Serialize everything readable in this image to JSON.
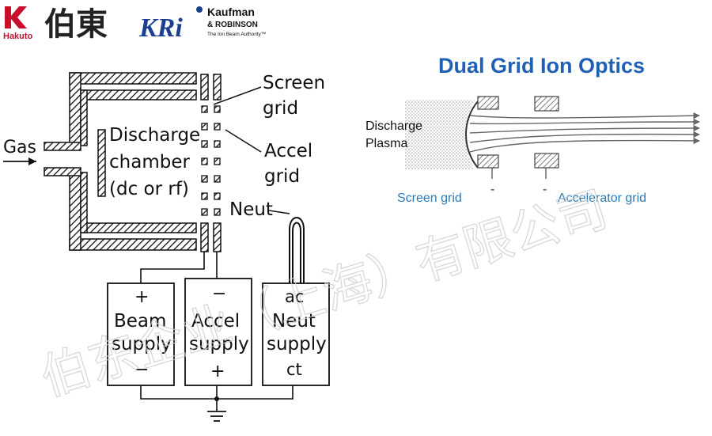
{
  "header": {
    "hakuto_logo_text": "Hakuto",
    "hakuto_cjk": "伯東",
    "kr_logo_text": "KRi",
    "kr_name_line1": "Kaufman",
    "kr_name_line2": "& ROBINSON",
    "kr_tagline": "The Ion Beam Authority™"
  },
  "left_diagram": {
    "gas": "Gas",
    "discharge_l1": "Discharge",
    "discharge_l2": "chamber",
    "discharge_l3": "(dc or rf)",
    "screen_l1": "Screen",
    "screen_l2": "grid",
    "accel_l1": "Accel",
    "accel_l2": "grid",
    "neut": "Neut",
    "beam_plus": "+",
    "beam_l1": "Beam",
    "beam_l2": "supply",
    "beam_minus": "−",
    "accel_minus": "−",
    "accel_s1": "Accel",
    "accel_s2": "supply",
    "accel_plus": "+",
    "neut_ac": "ac",
    "neut_s1": "Neut",
    "neut_s2": "supply",
    "neut_ct": "ct"
  },
  "right_diagram": {
    "title": "Dual Grid Ion Optics",
    "plasma_l1": "Discharge",
    "plasma_l2": "Plasma",
    "screen_grid": "Screen grid",
    "accel_grid": "Accelerator grid",
    "minus_1": "-",
    "minus_2": "-"
  },
  "watermark": "伯东企业（上海）有限公司",
  "colors": {
    "title_blue": "#1f5fb4",
    "label_blue": "#2a7ab8",
    "hakuto_red": "#c8102e",
    "kr_blue": "#1b3f8f"
  }
}
